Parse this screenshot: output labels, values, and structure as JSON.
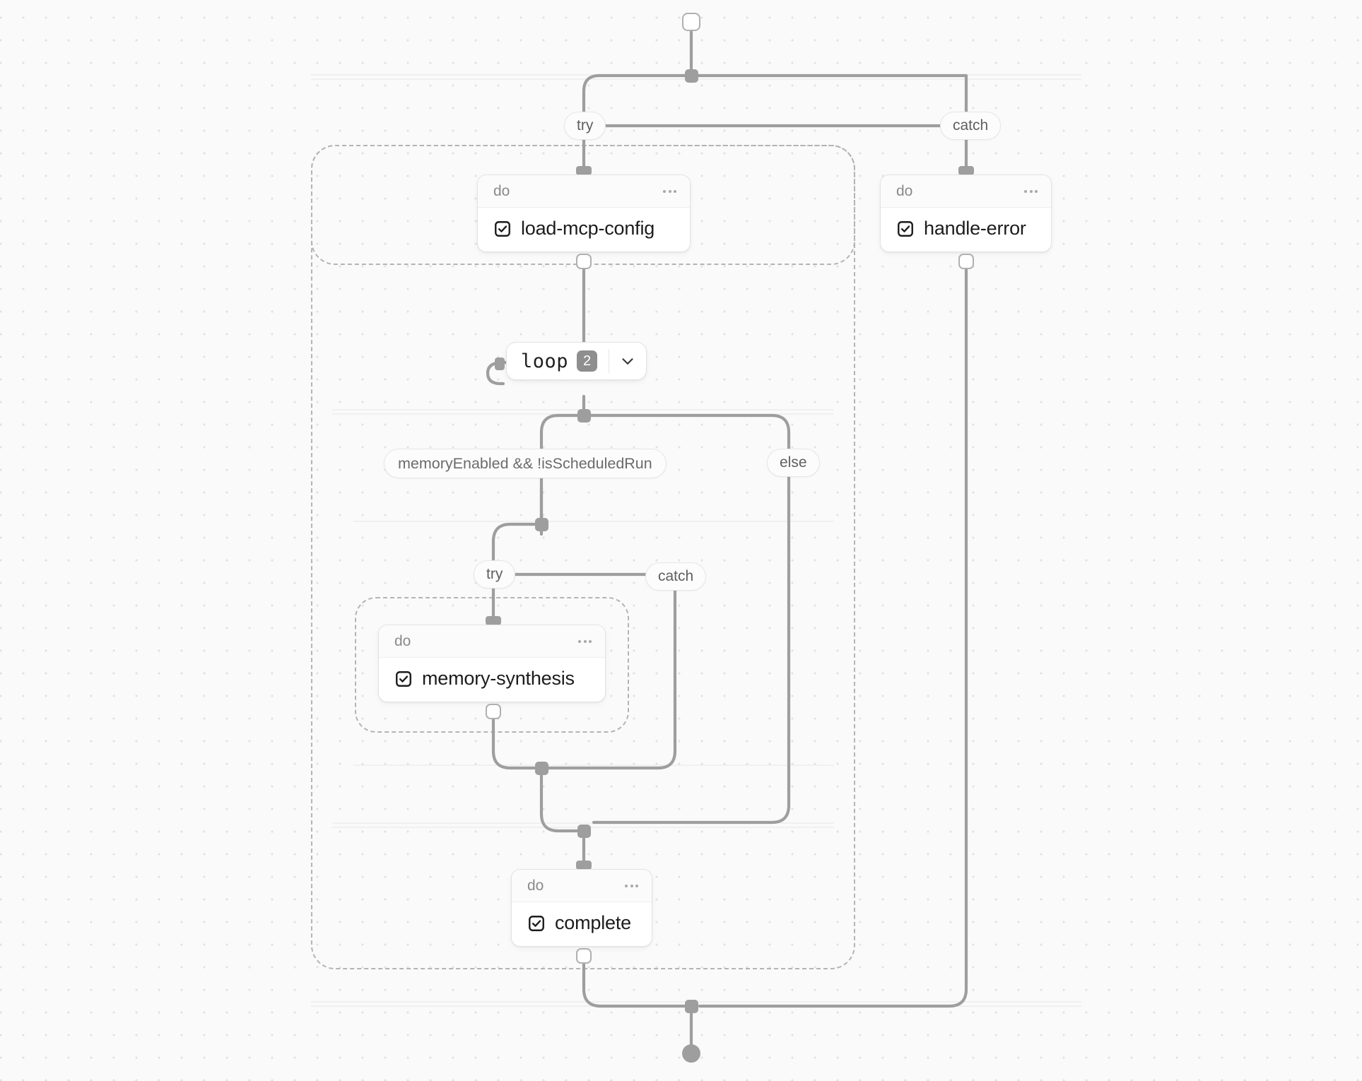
{
  "canvas": {
    "background_color": "#fafafa",
    "dot_color": "#e2e2e2",
    "edge_color": "#9e9e9e",
    "group_border_color": "#b4b4b4"
  },
  "start_node": {
    "name": "start"
  },
  "end_node": {
    "name": "end"
  },
  "branches": {
    "outer_try": "try",
    "outer_catch": "catch",
    "inner_try": "try",
    "inner_catch": "catch",
    "condition": "memoryEnabled && !isScheduledRun",
    "else": "else"
  },
  "loop_node": {
    "label": "loop",
    "badge": "2",
    "toggle_icon": "chevron-down-icon"
  },
  "cards": [
    {
      "id": "load-mcp-config",
      "header": "do",
      "title": "load-mcp-config",
      "menu_icon": "ellipsis-icon",
      "task_icon": "checkbox-checked-icon"
    },
    {
      "id": "handle-error",
      "header": "do",
      "title": "handle-error",
      "menu_icon": "ellipsis-icon",
      "task_icon": "checkbox-checked-icon"
    },
    {
      "id": "memory-synthesis",
      "header": "do",
      "title": "memory-synthesis",
      "menu_icon": "ellipsis-icon",
      "task_icon": "checkbox-checked-icon"
    },
    {
      "id": "complete",
      "header": "do",
      "title": "complete",
      "menu_icon": "ellipsis-icon",
      "task_icon": "checkbox-checked-icon"
    }
  ]
}
